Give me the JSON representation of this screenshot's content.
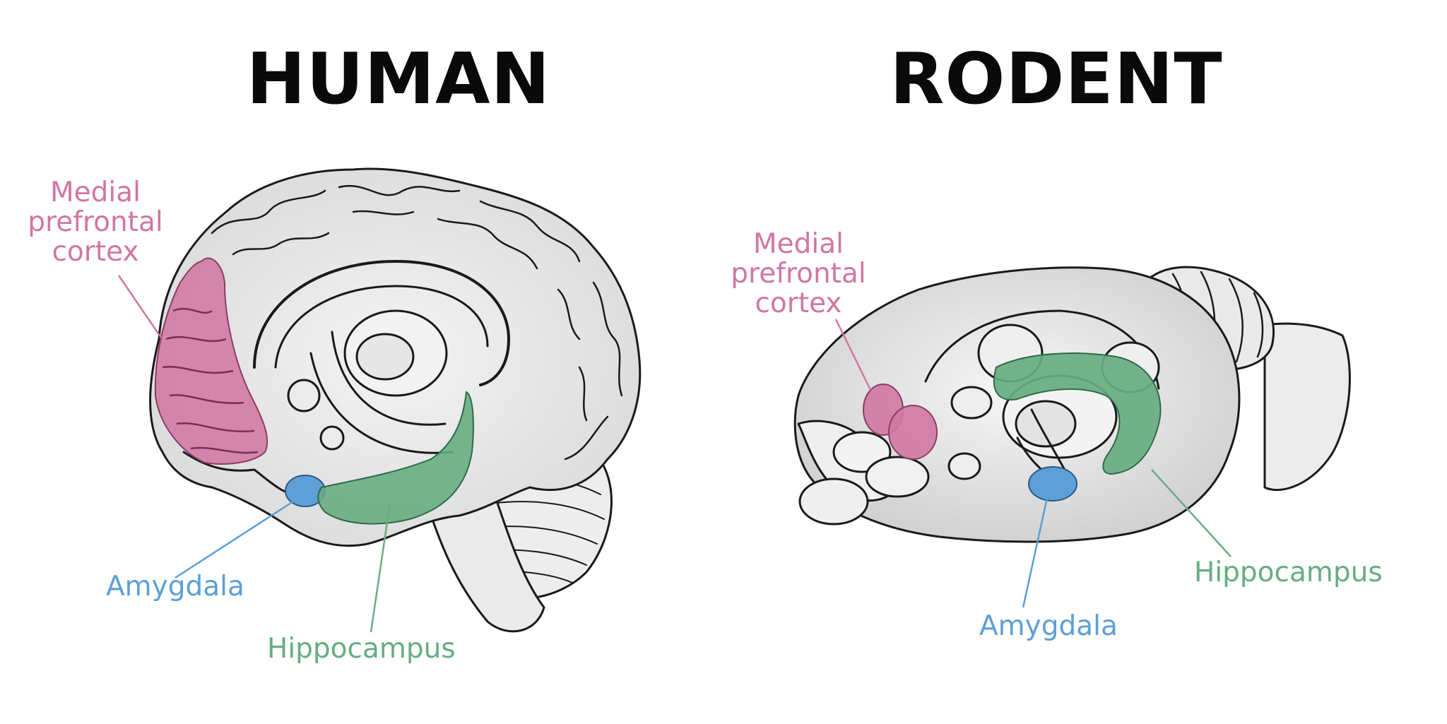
{
  "titles": {
    "human": "HUMAN",
    "rodent": "RODENT"
  },
  "human": {
    "mpfc_label": [
      "Medial",
      "prefrontal",
      "cortex"
    ],
    "amygdala_label": "Amygdala",
    "hippocampus_label": "Hippocampus"
  },
  "rodent": {
    "mpfc_label": [
      "Medial",
      "prefrontal",
      "cortex"
    ],
    "amygdala_label": "Amygdala",
    "hippocampus_label": "Hippocampus"
  },
  "colors": {
    "mpfc": "#d077a3",
    "amygdala": "#5d9fd6",
    "hippocampus": "#67ad82",
    "outline": "#1a1a1a"
  }
}
